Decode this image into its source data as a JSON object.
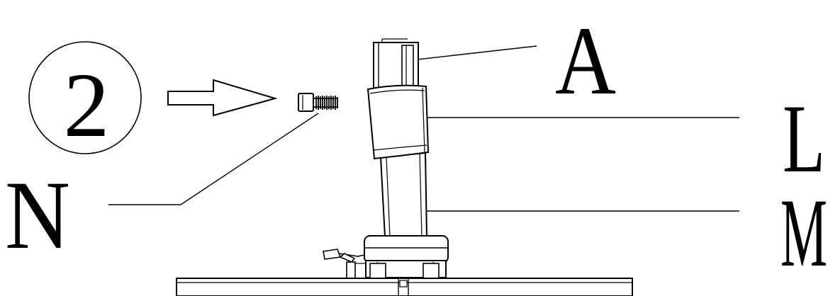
{
  "step": {
    "number": "2"
  },
  "labels": {
    "a": "A",
    "l": "L",
    "m": "M",
    "n": "N"
  },
  "colors": {
    "line": "#000000",
    "background": "#ffffff"
  },
  "icons": {
    "arrow": "right-arrow-outline-icon",
    "screw": "hex-socket-screw-icon"
  }
}
